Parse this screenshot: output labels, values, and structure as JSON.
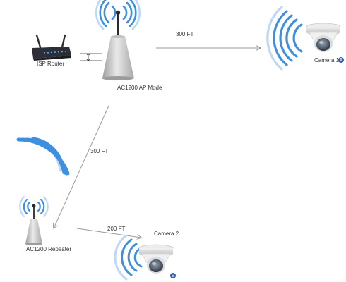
{
  "colors": {
    "wifi_blue": "#3f8fe0",
    "wifi_light": "#bcd8f6",
    "arrow": "#9a9a9a",
    "router_body": "#2d2f36",
    "ap_body": "#c9c9c9",
    "camera_body": "#dedede",
    "info_badge": "#2f5fa8"
  },
  "nodes": {
    "isp_router": {
      "label": "ISP Router",
      "icon": "router-icon"
    },
    "ap": {
      "label": "AC1200 AP Mode",
      "icon": "access-point-icon"
    },
    "camera1": {
      "label": "Camera 1",
      "icon": "dome-camera-icon"
    },
    "repeater": {
      "label": "AC1200 Repeater",
      "icon": "repeater-icon"
    },
    "camera2": {
      "label": "Camera 2",
      "icon": "dome-camera-icon"
    }
  },
  "links": [
    {
      "from": "ap",
      "to": "camera1",
      "label": "300 FT"
    },
    {
      "from": "ap",
      "to": "repeater",
      "label": "300 FT"
    },
    {
      "from": "repeater",
      "to": "camera2",
      "label": "200 FT"
    }
  ]
}
